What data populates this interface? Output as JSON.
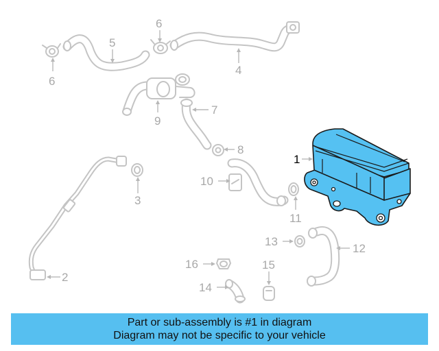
{
  "diagram": {
    "callouts": {
      "c1": "1",
      "c2": "2",
      "c3": "3",
      "c4": "4",
      "c5": "5",
      "c6a": "6",
      "c6b": "6",
      "c7": "7",
      "c8": "8",
      "c9": "9",
      "c10": "10",
      "c11": "11",
      "c12": "12",
      "c13": "13",
      "c14": "14",
      "c15": "15",
      "c16": "16"
    },
    "highlight_color": "#55c1f2"
  },
  "banner": {
    "line1": "Part or sub-assembly is #1 in diagram",
    "line2": "Diagram may not be specific to your vehicle"
  }
}
